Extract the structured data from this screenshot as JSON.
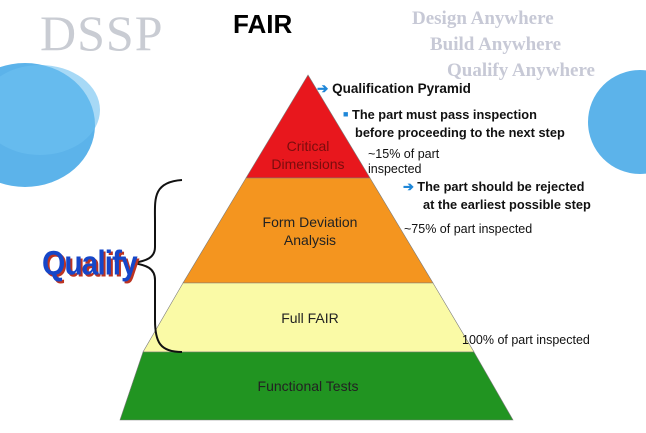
{
  "header": {
    "logo": "DSSP",
    "title": "FAIR",
    "taglines": [
      "Design Anywhere",
      "Build Anywhere",
      "Qualify Anywhere"
    ]
  },
  "pyramid": {
    "tiers": [
      {
        "label_lines": [
          "Critical",
          "Dimensions"
        ],
        "color": "#e8171d"
      },
      {
        "label_lines": [
          "Form Deviation",
          "Analysis"
        ],
        "color": "#f4951f"
      },
      {
        "label_lines": [
          "Full FAIR"
        ],
        "color": "#fafaa6"
      },
      {
        "label_lines": [
          "Functional Tests"
        ],
        "color": "#219421"
      }
    ]
  },
  "annotations": {
    "heading": "Qualification Pyramid",
    "bullet_line1": "The part must pass inspection",
    "bullet_line2": "before proceeding to the next step",
    "sub_line1": "The part should be rejected",
    "sub_line2": "at the earliest possible step",
    "pct_critical_line1": "~15% of part",
    "pct_critical_line2": "inspected",
    "pct_form": "~75% of part inspected",
    "pct_full": "100% of part inspected"
  },
  "bracket": {
    "label": "Qualify"
  },
  "colors": {
    "accent_blue": "#1f87d8",
    "blob_blue": "#3fa6e6"
  },
  "icons": {
    "heading_arrow": "➔",
    "sub_arrow": "➔",
    "bullet": "■"
  }
}
